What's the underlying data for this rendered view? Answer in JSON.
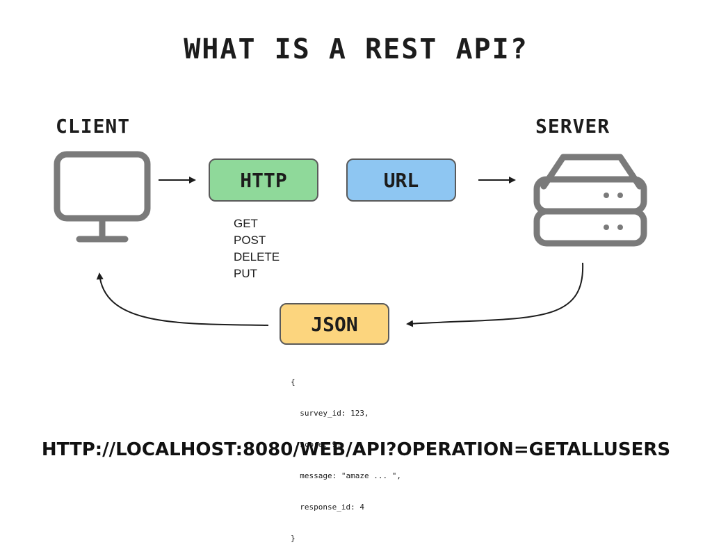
{
  "title": "WHAT IS A REST API?",
  "client": {
    "label": "CLIENT",
    "icon": "monitor-icon"
  },
  "server": {
    "label": "SERVER",
    "icon": "server-icon"
  },
  "boxes": {
    "http": "HTTP",
    "url": "URL",
    "json": "JSON"
  },
  "http_methods": [
    "GET",
    "POST",
    "DELETE",
    "PUT"
  ],
  "json_sample": [
    "{",
    "  survey_id: 123,",
    "  score: 9,",
    "  message: \"amaze ... \",",
    "  response_id: 4",
    "}"
  ],
  "example_url": "HTTP://LOCALHOST:8080/WEB/API?OPERATION=GETALLUSERS",
  "colors": {
    "http_box": "#8fd99a",
    "url_box": "#8ec6f2",
    "json_box": "#fcd57e",
    "icon_gray": "#7a7a7a"
  }
}
